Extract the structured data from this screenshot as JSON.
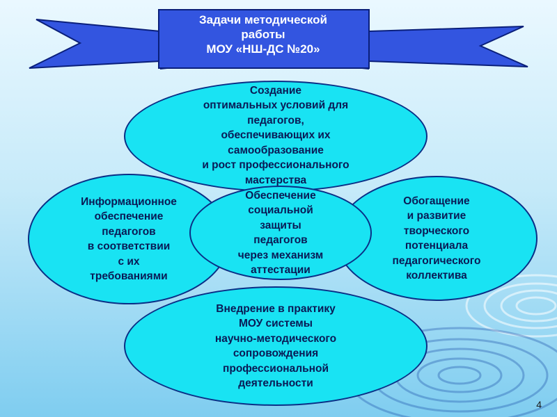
{
  "banner": {
    "title": "Задачи методической\nработы\nМОУ «НШ-ДС №20»",
    "fill": "#3355e0",
    "stroke": "#0a1f7a"
  },
  "ellipses": {
    "fill": "#19e3f3",
    "stroke": "#0a2f86",
    "top": "Создание\nоптимальных условий для\nпедагогов,\nобеспечивающих их\nсамообразование\nи рост профессионального\nмастерства",
    "left": "Информационное\nобеспечение\nпедагогов\nв соответствии\nс их\nтребованиями",
    "center": "Обеспечение\nсоциальной\nзащиты\nпедагогов\nчерез механизм\nаттестации",
    "right": "Обогащение\nи развитие\nтворческого\nпотенциала\nпедагогического\nколлектива",
    "bottom": "Внедрение в практику\nМОУ системы\nнаучно-методического\nсопровождения\nпрофессиональной\nдеятельности"
  },
  "slide_number": "4"
}
